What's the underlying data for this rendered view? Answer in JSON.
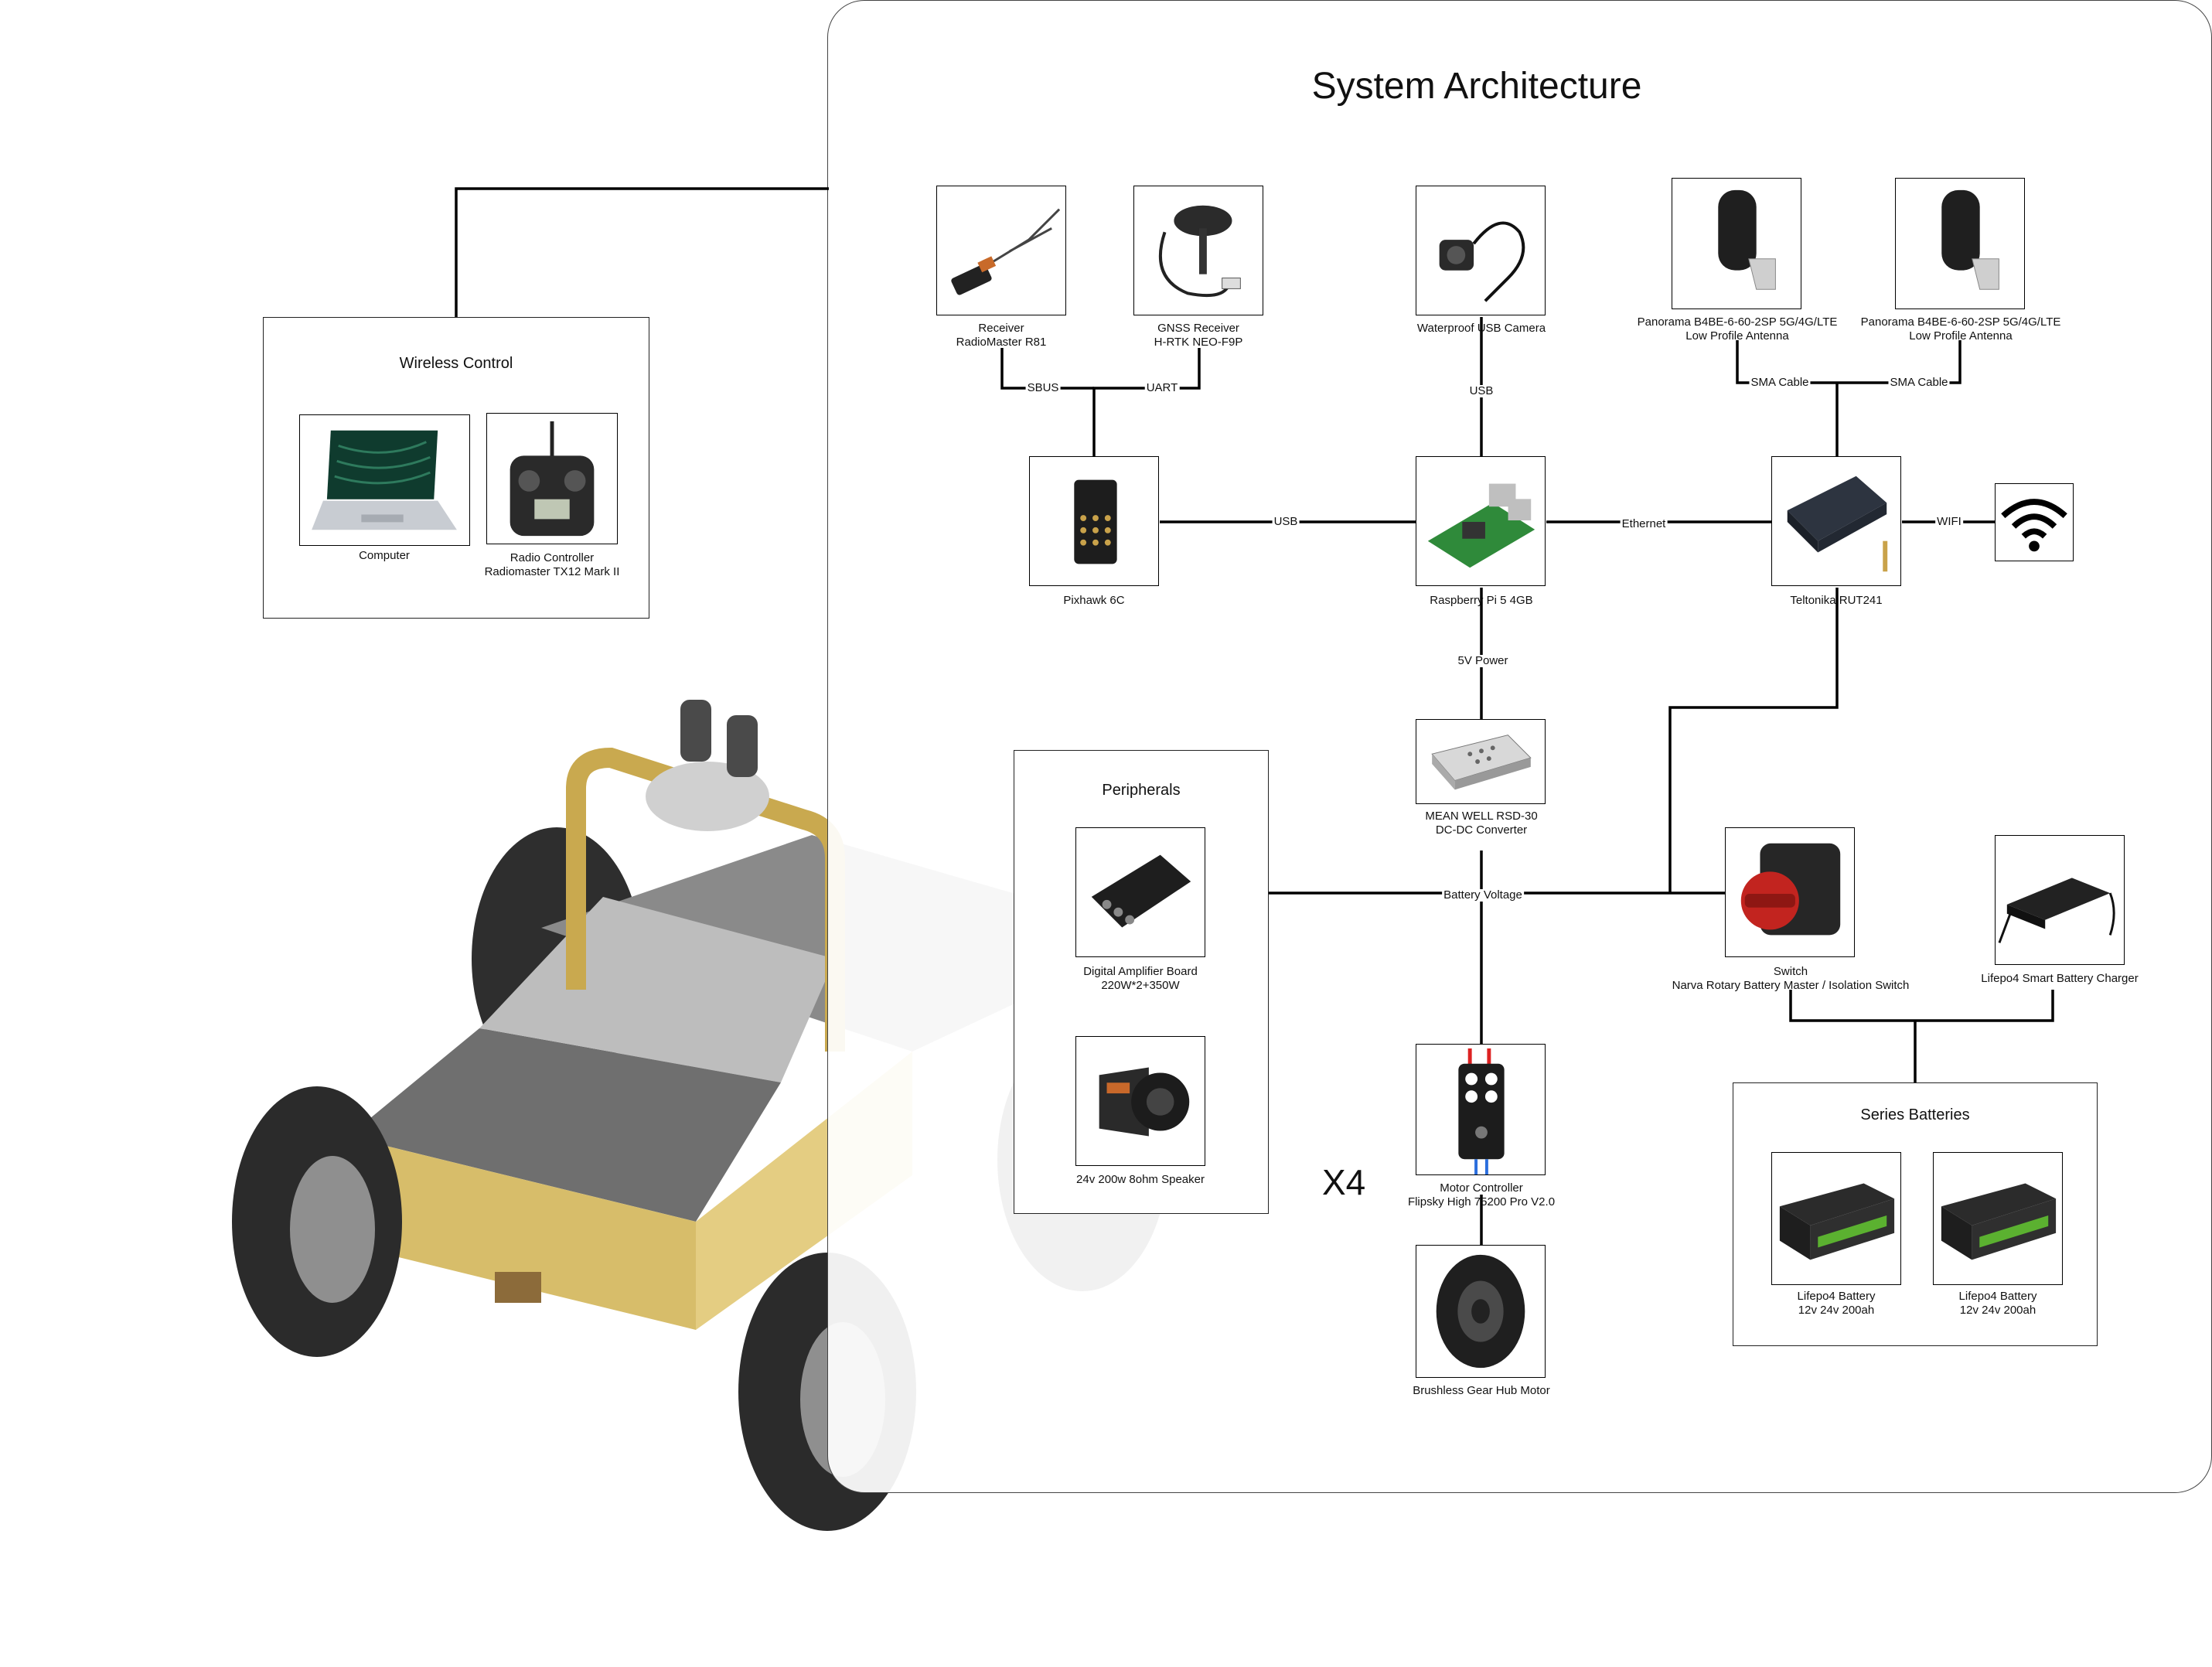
{
  "title": "System Architecture",
  "multiplier": "X4",
  "groups": {
    "wireless": "Wireless Control",
    "peripherals": "Peripherals",
    "batteries": "Series Batteries"
  },
  "components": {
    "computer": "Computer",
    "radio_controller": "Radio Controller\nRadiomaster TX12 Mark II",
    "receiver": "Receiver\nRadioMaster R81",
    "gnss": "GNSS Receiver\nH-RTK NEO-F9P",
    "camera": "Waterproof USB Camera",
    "antenna_1": "Panorama B4BE-6-60-2SP 5G/4G/LTE\nLow Profile Antenna",
    "antenna_2": "Panorama B4BE-6-60-2SP 5G/4G/LTE\nLow Profile Antenna",
    "pixhawk": "Pixhawk 6C",
    "raspberry_pi": "Raspberry Pi 5 4GB",
    "router": "Teltonika RUT241",
    "converter": "MEAN WELL RSD-30\nDC-DC Converter",
    "amplifier": "Digital Amplifier Board\n220W*2+350W",
    "speaker": "24v 200w 8ohm Speaker",
    "switch": "Switch\nNarva Rotary Battery Master / Isolation Switch",
    "charger": "Lifepo4 Smart Battery Charger",
    "motor_controller": "Motor Controller\nFlipsky High 75200 Pro V2.0",
    "motor": "Brushless Gear Hub Motor",
    "battery_1": "Lifepo4 Battery\n12v 24v 200ah",
    "battery_2": "Lifepo4 Battery\n12v 24v 200ah"
  },
  "links": {
    "sbus": "SBUS",
    "uart": "UART",
    "usb_camera": "USB",
    "sma_1": "SMA Cable",
    "sma_2": "SMA Cable",
    "usb_pixhawk": "USB",
    "ethernet": "Ethernet",
    "wifi": "WIFI",
    "power_5v": "5V Power",
    "battery_voltage": "Battery Voltage"
  },
  "icons": [
    "wifi-icon"
  ],
  "colors": {
    "frame": "#c7a94a",
    "chassis": "#6f6f6f",
    "wheel": "#3a3a3a",
    "panel_bg": "#ffffff"
  }
}
